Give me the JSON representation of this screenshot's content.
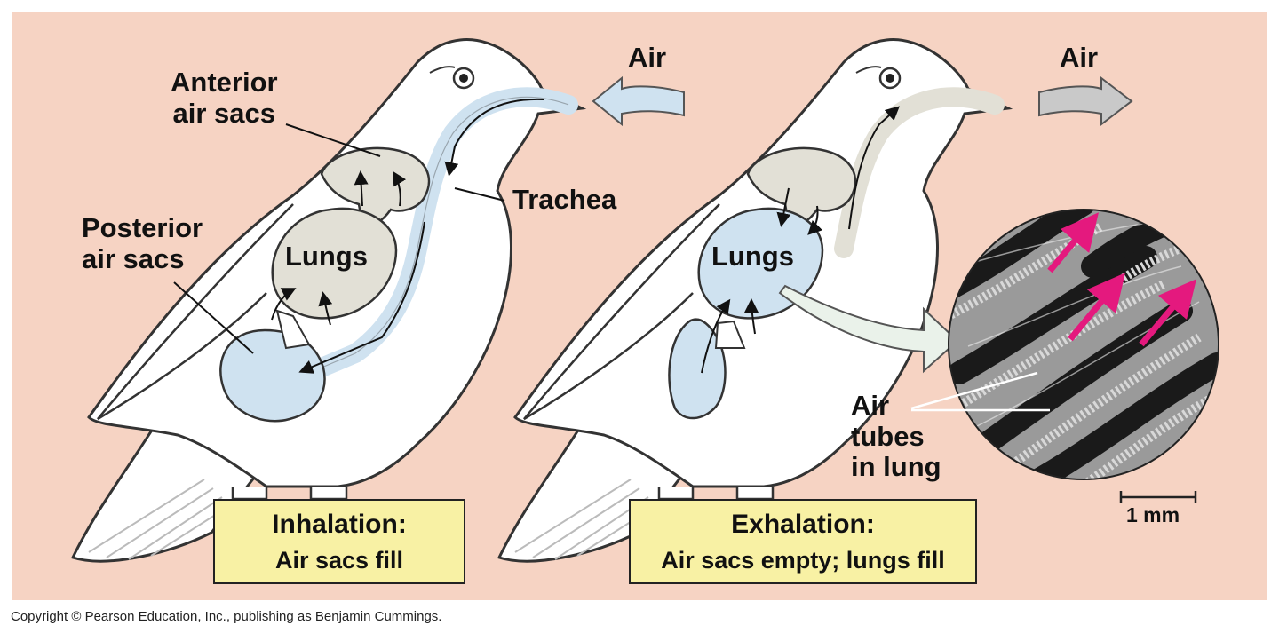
{
  "labels": {
    "air_in": "Air",
    "air_out": "Air",
    "anterior_line1": "Anterior",
    "anterior_line2": "air sacs",
    "posterior_line1": "Posterior",
    "posterior_line2": "air sacs",
    "trachea": "Trachea",
    "lungs_left": "Lungs",
    "lungs_right": "Lungs",
    "air_tubes_line1": "Air",
    "air_tubes_line2": "tubes",
    "air_tubes_line3": "in lung",
    "scale": "1 mm"
  },
  "captions": {
    "inhalation_title": "Inhalation:",
    "inhalation_sub": "Air sacs fill",
    "exhalation_title": "Exhalation:",
    "exhalation_sub": "Air sacs empty; lungs fill"
  },
  "copyright": "Copyright © Pearson Education, Inc., publishing as Benjamin Cummings.",
  "colors": {
    "panel_background": "#f6d3c3",
    "bird_body": "#ffffff",
    "air_sac_blue": "#cfe2f0",
    "lung_gray": "#e2e0d6",
    "caption_yellow": "#f8f1a4",
    "micrograph_arrow": "#e4197e"
  }
}
